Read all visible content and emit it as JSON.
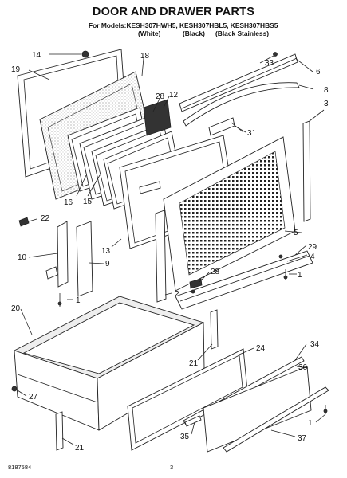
{
  "title": "DOOR AND DRAWER PARTS",
  "models_line": "For Models:KESH307HWH5, KESH307HBL5, KESH307HBS5",
  "colors": {
    "white": "(White)",
    "black": "(Black)",
    "stainless": "(Black Stainless)"
  },
  "callouts": {
    "c14": "14",
    "c18": "18",
    "c19": "19",
    "c28a": "28",
    "c12": "12",
    "c33": "33",
    "c6": "6",
    "c8": "8",
    "c3": "3",
    "c31": "31",
    "c16": "16",
    "c15": "15",
    "c22": "22",
    "c5": "5",
    "c29": "29",
    "c10": "10",
    "c9": "9",
    "c13": "13",
    "c4": "4",
    "c28b": "28",
    "c1a": "1",
    "c1b": "1",
    "c2": "2",
    "c20": "20",
    "c24": "24",
    "c34": "34",
    "c21a": "21",
    "c36": "36",
    "c27": "27",
    "c1c": "1",
    "c35": "35",
    "c37": "37",
    "c21b": "21"
  },
  "footer": {
    "doc_number": "8187584",
    "page": "3"
  }
}
